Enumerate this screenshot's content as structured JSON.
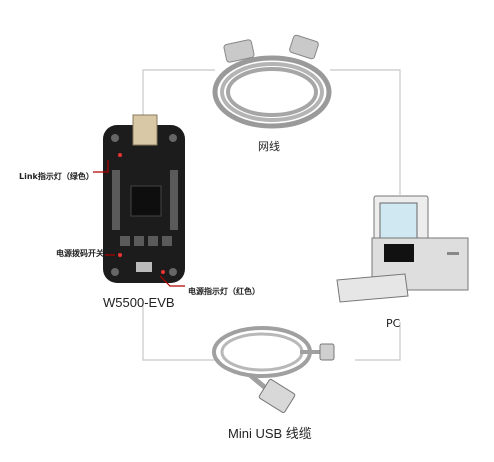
{
  "labels": {
    "link_led": "Link指示灯（绿色）",
    "power_switch": "电源拨码开关",
    "board_name": "W5500-EVB",
    "power_led": "电源指示灯（红色）",
    "network_cable": "网线",
    "pc": "PC",
    "usb_cable": "Mini USB 线缆"
  },
  "colors": {
    "line": "#c8c8c8",
    "board": "#1c1c1c",
    "pointer": "#b00000",
    "cable": "#a0a0a0"
  },
  "icons": {
    "board": "evb-board-icon",
    "ethernet_cable": "ethernet-cable-icon",
    "computer": "desktop-computer-icon",
    "usb_cable": "usb-cable-icon"
  }
}
